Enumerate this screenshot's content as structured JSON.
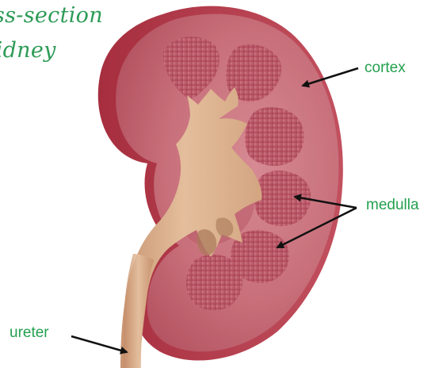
{
  "title": {
    "line1": "ss-section",
    "line2": "kidney"
  },
  "labels": {
    "cortex": "cortex",
    "medulla": "medulla",
    "ureter": "ureter"
  },
  "colors": {
    "title": "#2e9b57",
    "label": "#23a04f",
    "cortex_outer": "#b8404e",
    "cortex_inner": "#c9707c",
    "medulla": "#c25a6a",
    "pelvis_ureter": "#d6a985",
    "arrow": "#111111"
  }
}
